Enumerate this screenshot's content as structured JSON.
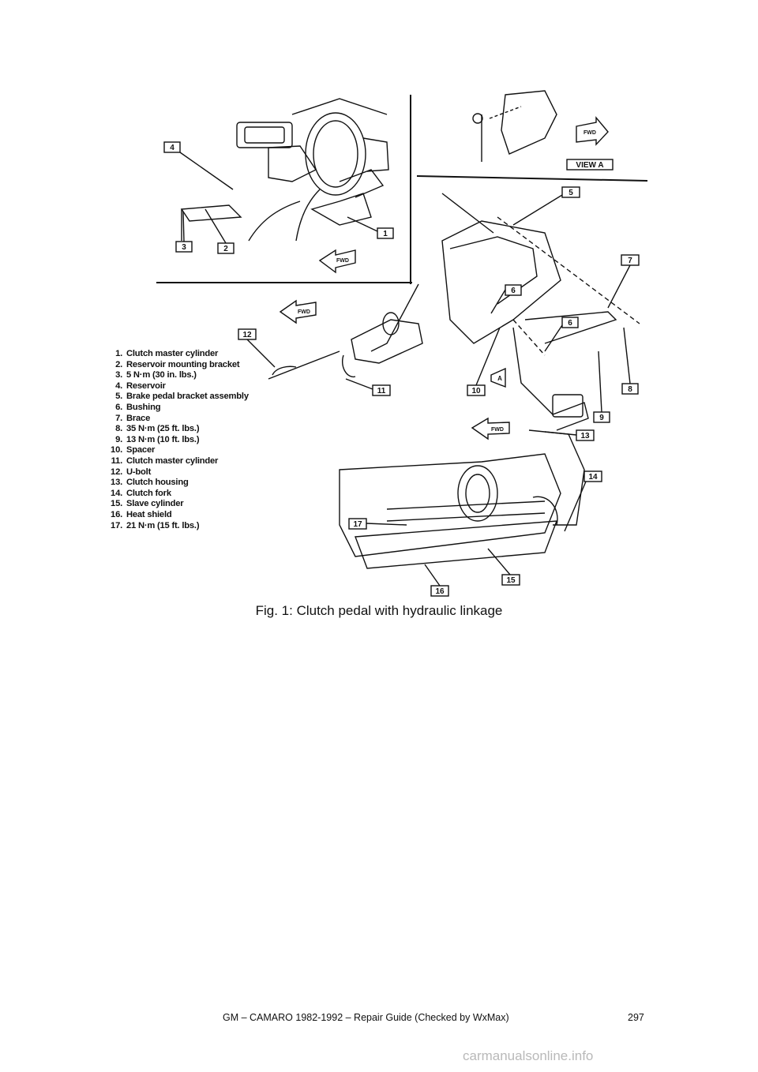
{
  "figure": {
    "callouts": [
      "1",
      "2",
      "3",
      "4",
      "5",
      "6",
      "6",
      "7",
      "8",
      "9",
      "10",
      "11",
      "12",
      "13",
      "14",
      "15",
      "16",
      "17"
    ],
    "direction_labels": [
      "FWD",
      "FWD",
      "FWD",
      "FWD"
    ],
    "view_label": "VIEW A",
    "view_marker": "A",
    "legend": [
      {
        "num": "1.",
        "text": "Clutch master cylinder"
      },
      {
        "num": "2.",
        "text": "Reservoir mounting bracket"
      },
      {
        "num": "3.",
        "text": "5 N·m (30 in. lbs.)"
      },
      {
        "num": "4.",
        "text": "Reservoir"
      },
      {
        "num": "5.",
        "text": "Brake pedal bracket assembly"
      },
      {
        "num": "6.",
        "text": "Bushing"
      },
      {
        "num": "7.",
        "text": "Brace"
      },
      {
        "num": "8.",
        "text": "35 N·m (25 ft. lbs.)"
      },
      {
        "num": "9.",
        "text": "13 N·m (10 ft. lbs.)"
      },
      {
        "num": "10.",
        "text": "Spacer"
      },
      {
        "num": "11.",
        "text": "Clutch master cylinder"
      },
      {
        "num": "12.",
        "text": "U-bolt"
      },
      {
        "num": "13.",
        "text": "Clutch housing"
      },
      {
        "num": "14.",
        "text": "Clutch fork"
      },
      {
        "num": "15.",
        "text": "Slave cylinder"
      },
      {
        "num": "16.",
        "text": "Heat shield"
      },
      {
        "num": "17.",
        "text": "21 N·m (15 ft. lbs.)"
      }
    ]
  },
  "caption": "Fig. 1: Clutch pedal with hydraulic linkage",
  "footer": {
    "title": "GM – CAMARO 1982-1992 – Repair Guide (Checked by WxMax)",
    "page_number": "297"
  },
  "watermark": "carmanualsonline.info"
}
